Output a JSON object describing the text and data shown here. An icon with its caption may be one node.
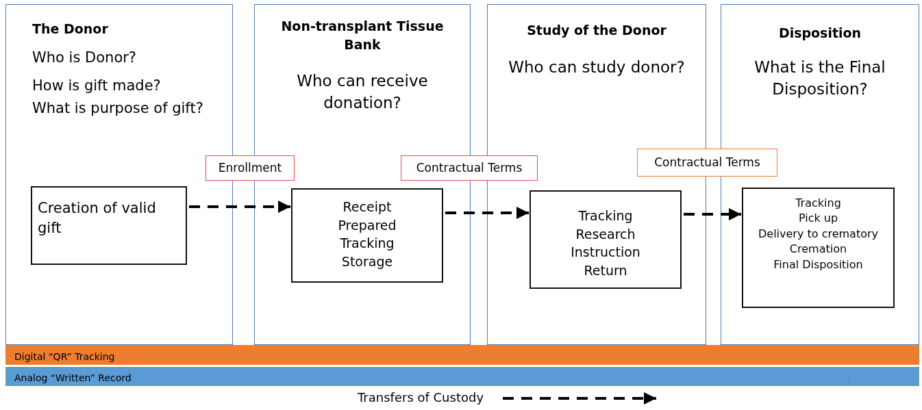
{
  "diagram": {
    "nodes": [
      {
        "text": [
          "The Donor",
          "Who is Donor?",
          "How is gift made?",
          "What is purpose of gift?"
        ]
      },
      {
        "text": [
          "Creation of valid gift"
        ],
        "in": 0
      },
      {
        "text": [
          "Non-transplant Tissue Bank",
          "Who can receive donation?"
        ]
      },
      {
        "text": [
          "Receipt",
          "Prepared",
          "Tracking",
          "Storage"
        ],
        "in": 2
      },
      {
        "text": [
          "Study of the Donor",
          "Who can study donor?"
        ]
      },
      {
        "text": [
          "Tracking",
          "Research",
          "Instruction",
          "Return"
        ],
        "in": 4
      },
      {
        "text": [
          "Disposition",
          "What is the Final Disposition?"
        ]
      },
      {
        "text": [
          "Tracking",
          "Pick up",
          "Delivery to crematory",
          "Cremation",
          "Final Disposition"
        ],
        "in": 6
      },
      {
        "text": [
          "Enrollment"
        ]
      },
      {
        "text": [
          "Contractual Terms"
        ]
      },
      {
        "text": [
          "Contractual Terms"
        ]
      },
      {
        "text": [
          "Digital “QR” Tracking"
        ]
      },
      {
        "text": [
          "Analog “Written” Record"
        ]
      }
    ],
    "edges": [
      {
        "from": 1,
        "to": 3,
        "arrow": "to",
        "style": "dashed"
      },
      {
        "from": 3,
        "to": 5,
        "arrow": "to",
        "style": "dashed"
      },
      {
        "from": 5,
        "to": 7,
        "arrow": "to",
        "style": "dashed"
      }
    ],
    "labels": [
      "1"
    ],
    "legend": [
      {
        "text": "Transfers of Custody"
      }
    ]
  }
}
